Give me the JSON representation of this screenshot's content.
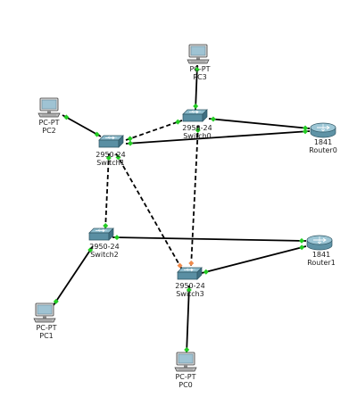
{
  "colors": {
    "background": "#ffffff",
    "link": "#000000",
    "port_up": "#22cc22",
    "port_amber": "#f08a4b",
    "switch_body": "#5a8fa3",
    "router_body": "#7faebf",
    "pc_screen": "#9fc3d3"
  },
  "devices": [
    {
      "id": "pc3",
      "kind": "pc",
      "icon": "pc-icon",
      "model": "PC-PT",
      "name": "PC3"
    },
    {
      "id": "pc2",
      "kind": "pc",
      "icon": "pc-icon",
      "model": "PC-PT",
      "name": "PC2"
    },
    {
      "id": "switch0",
      "kind": "switch",
      "icon": "switch-icon",
      "model": "2950-24",
      "name": "Switch0"
    },
    {
      "id": "switch1",
      "kind": "switch",
      "icon": "switch-icon",
      "model": "2950-24",
      "name": "Switch1"
    },
    {
      "id": "router0",
      "kind": "router",
      "icon": "router-icon",
      "model": "1841",
      "name": "Router0"
    },
    {
      "id": "switch2",
      "kind": "switch",
      "icon": "switch-icon",
      "model": "2950-24",
      "name": "Switch2"
    },
    {
      "id": "router1",
      "kind": "router",
      "icon": "router-icon",
      "model": "1841",
      "name": "Router1"
    },
    {
      "id": "switch3",
      "kind": "switch",
      "icon": "switch-icon",
      "model": "2950-24",
      "name": "Switch3"
    },
    {
      "id": "pc1",
      "kind": "pc",
      "icon": "pc-icon",
      "model": "PC-PT",
      "name": "PC1"
    },
    {
      "id": "pc0",
      "kind": "pc",
      "icon": "pc-icon",
      "model": "PC-PT",
      "name": "PC0"
    }
  ],
  "links": [
    {
      "from": "pc3",
      "to": "switch0",
      "style": "solid",
      "from_port": "up",
      "to_port": "up"
    },
    {
      "from": "pc2",
      "to": "switch1",
      "style": "solid",
      "from_port": "up",
      "to_port": "up"
    },
    {
      "from": "switch0",
      "to": "router0",
      "style": "solid",
      "from_port": "up",
      "to_port": "up"
    },
    {
      "from": "switch1",
      "to": "router0",
      "style": "solid",
      "from_port": "up",
      "to_port": "up"
    },
    {
      "from": "switch1",
      "to": "switch0",
      "style": "dashed",
      "from_port": "up",
      "to_port": "up"
    },
    {
      "from": "switch1",
      "to": "switch2",
      "style": "dashed",
      "from_port": "up",
      "to_port": "up"
    },
    {
      "from": "switch1",
      "to": "switch3",
      "style": "dashed",
      "from_port": "up",
      "to_port": "amber"
    },
    {
      "from": "switch0",
      "to": "switch3",
      "style": "dashed",
      "from_port": "up",
      "to_port": "amber"
    },
    {
      "from": "switch2",
      "to": "router1",
      "style": "solid",
      "from_port": "up",
      "to_port": "up"
    },
    {
      "from": "switch3",
      "to": "router1",
      "style": "solid",
      "from_port": "up",
      "to_port": "up"
    },
    {
      "from": "switch2",
      "to": "pc1",
      "style": "solid",
      "from_port": "up",
      "to_port": "up"
    },
    {
      "from": "switch3",
      "to": "pc0",
      "style": "solid",
      "from_port": "up",
      "to_port": "up"
    }
  ]
}
